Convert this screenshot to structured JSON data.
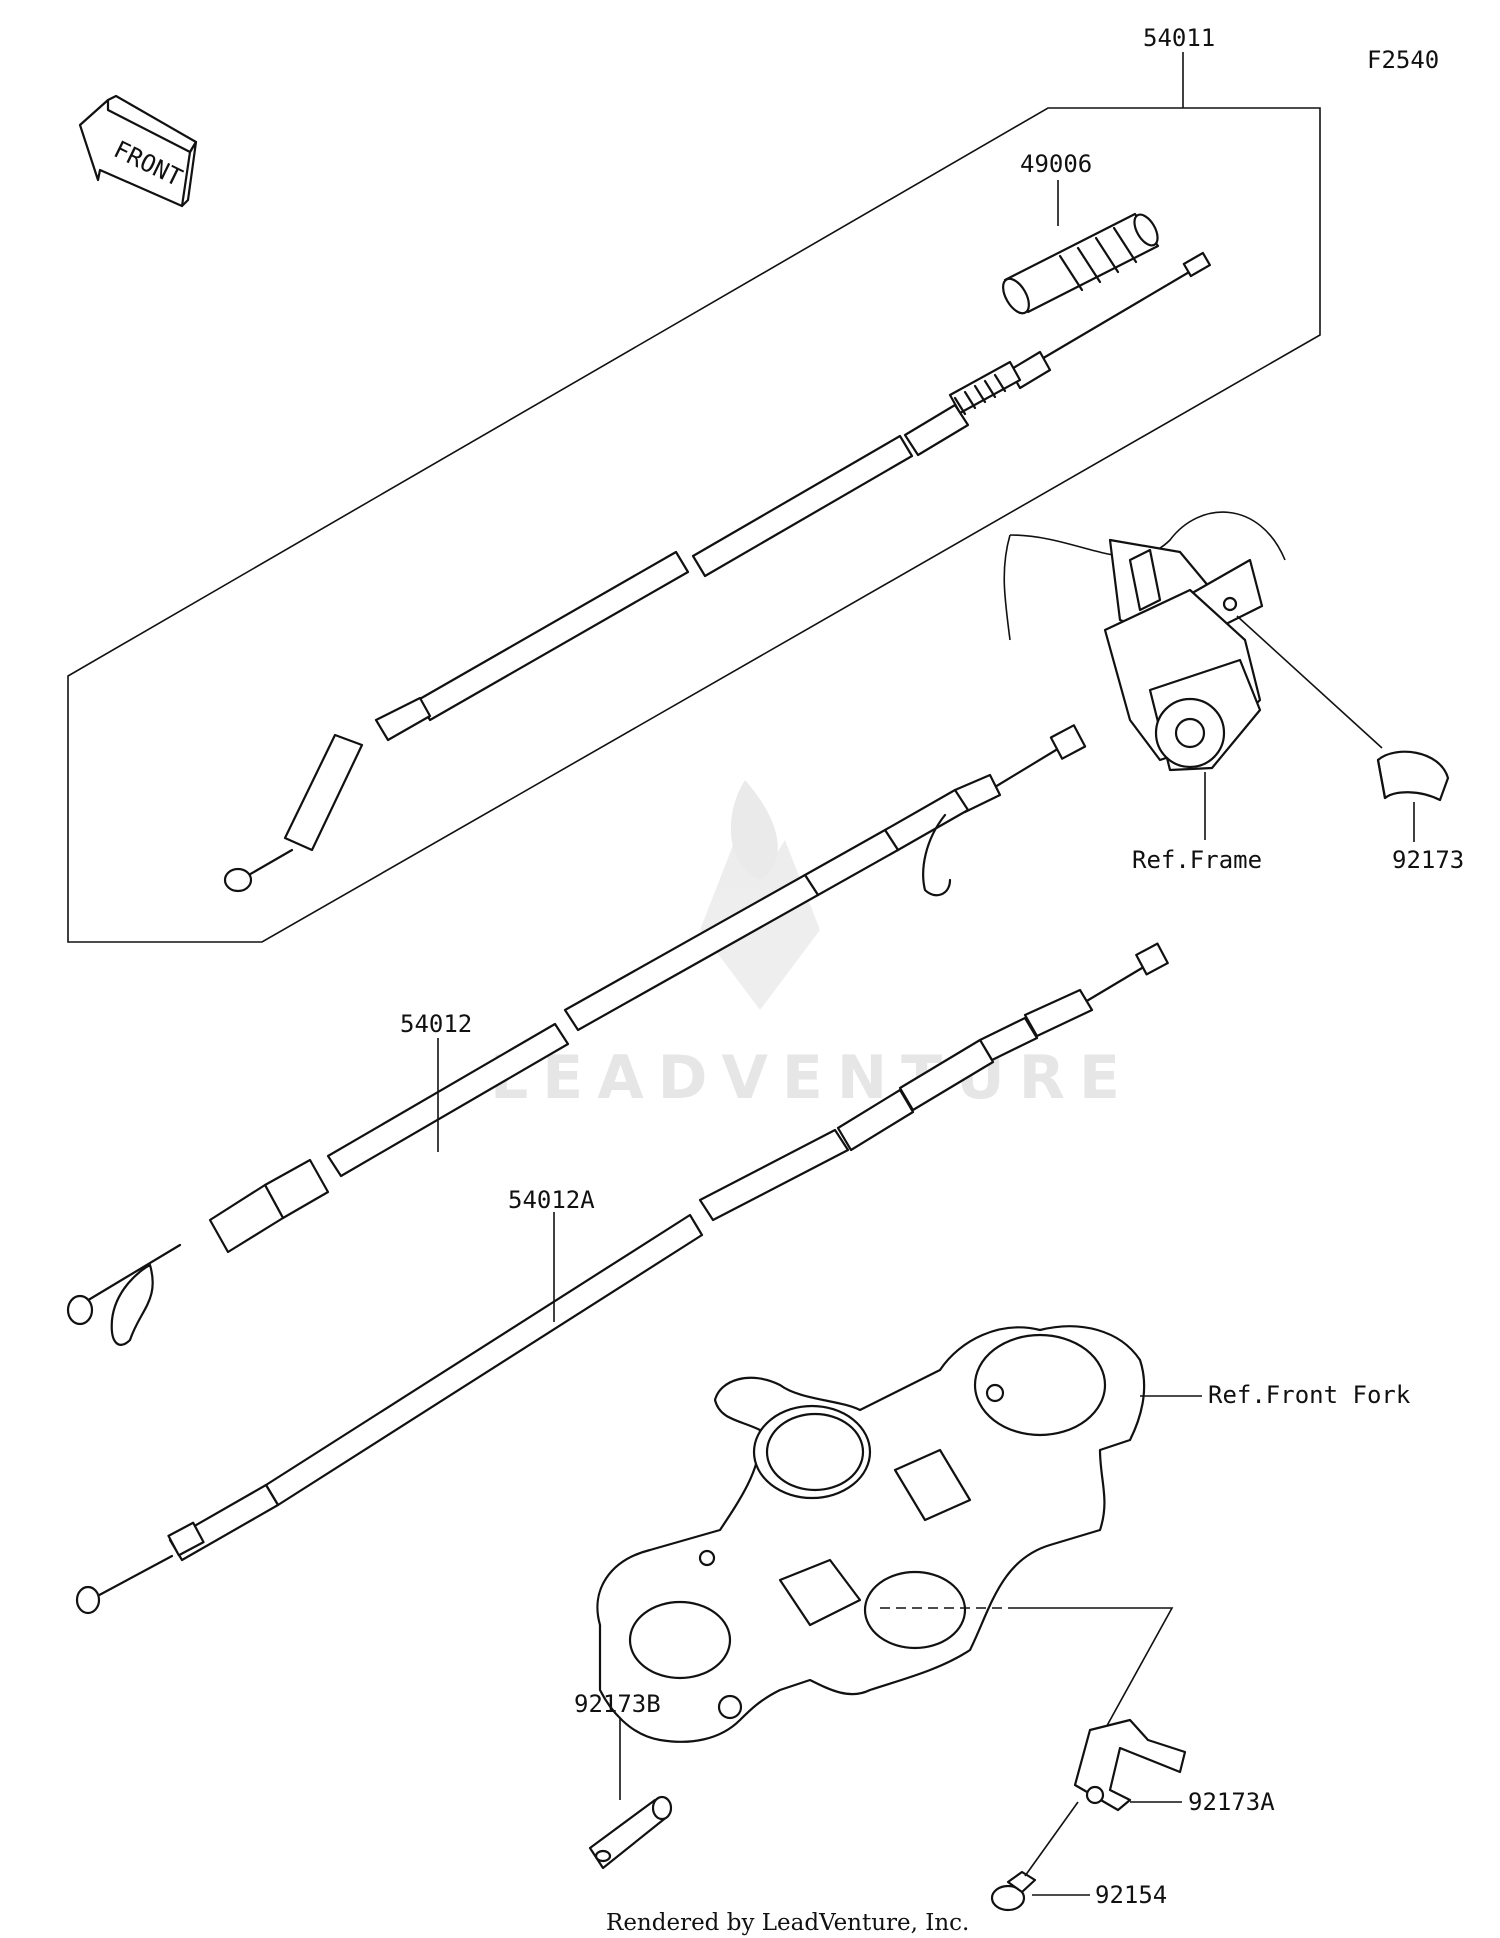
{
  "diagram_code": "F2540",
  "front_arrow": {
    "text": "FRONT"
  },
  "watermark": "LEADVENTURE",
  "credit": "Rendered by LeadVenture, Inc.",
  "labels": {
    "p54011": "54011",
    "p49006": "49006",
    "p54012": "54012",
    "p54012A": "54012A",
    "ref_frame": "Ref.Frame",
    "p92173": "92173",
    "ref_front_fork": "Ref.Front Fork",
    "p92173B": "92173B",
    "p92173A": "92173A",
    "p92154": "92154"
  }
}
